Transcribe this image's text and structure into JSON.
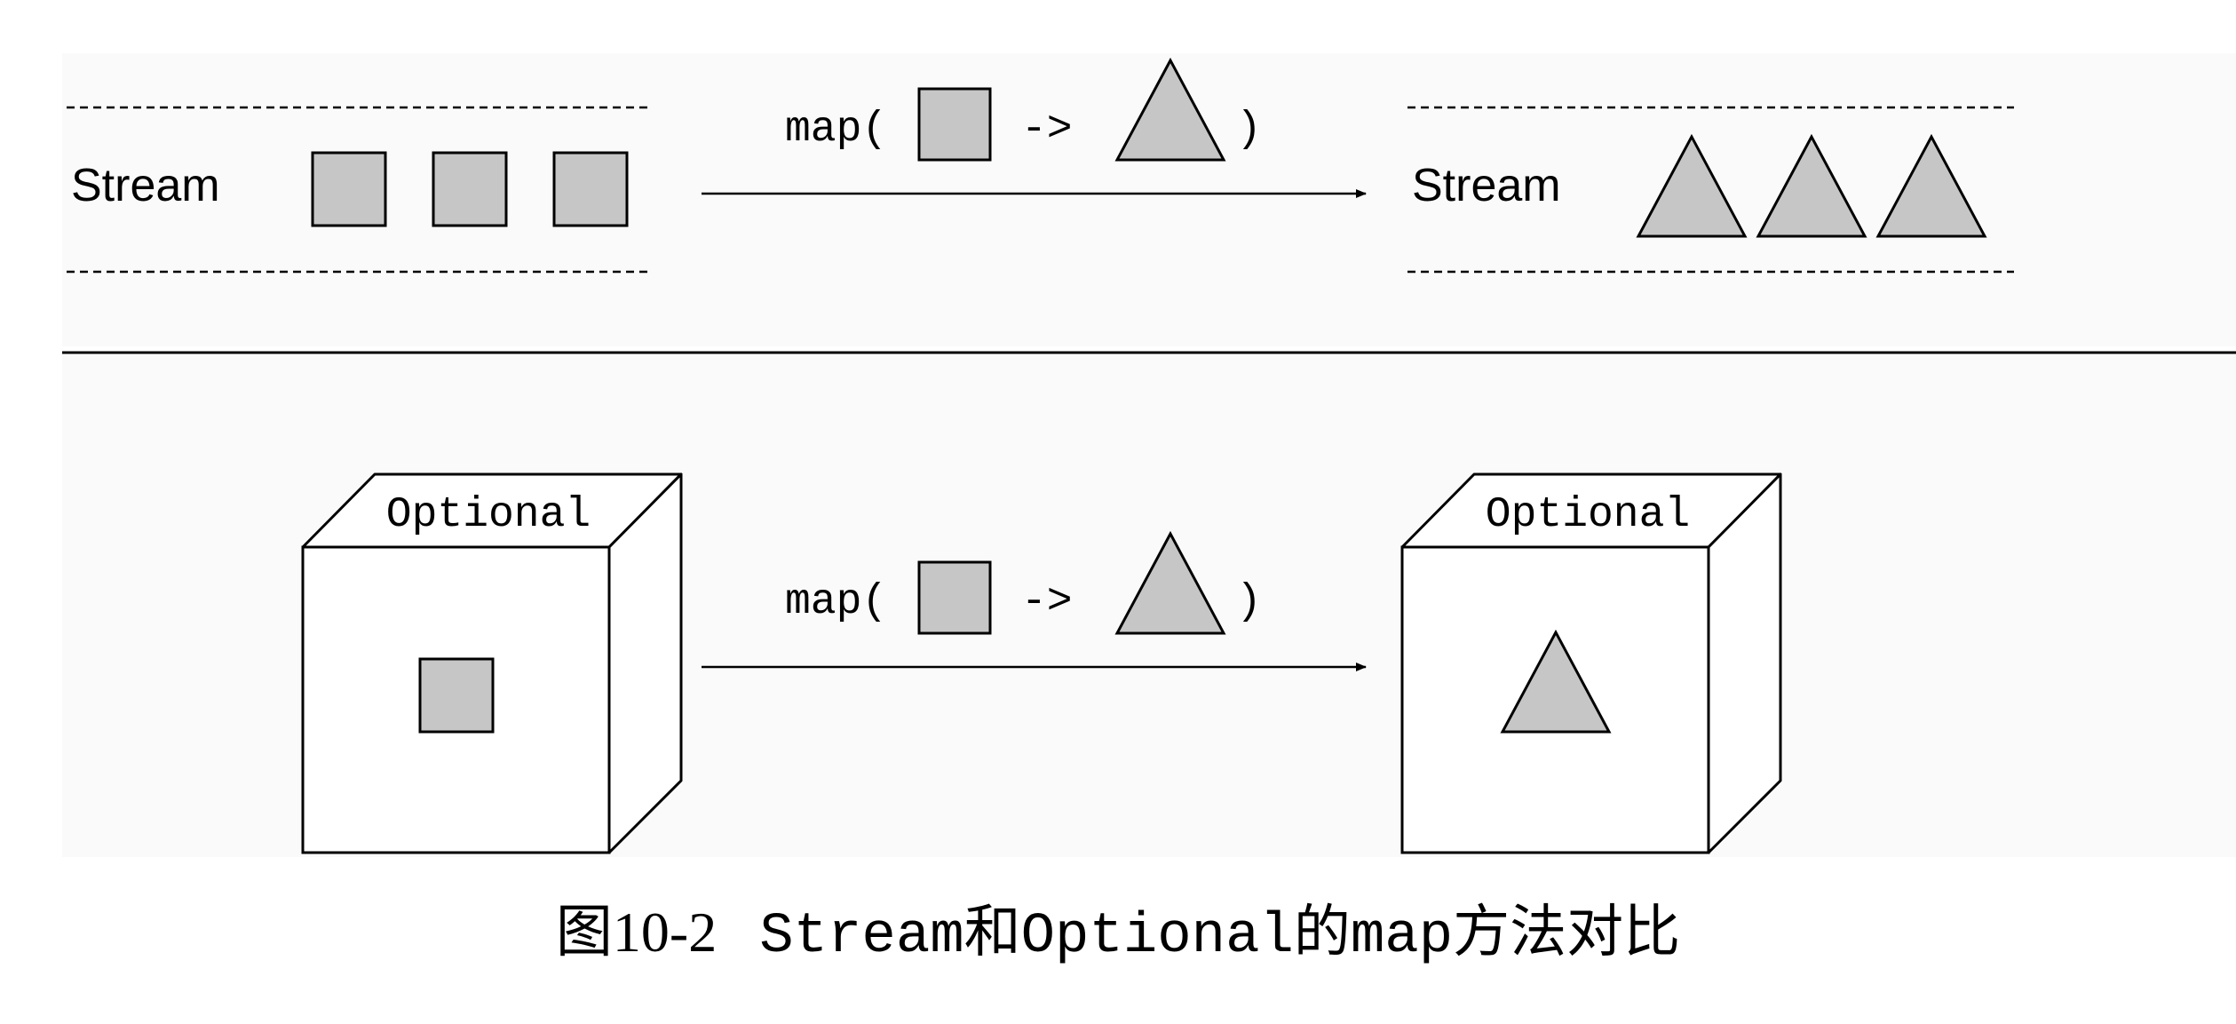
{
  "colors": {
    "panel_bg": "#fafafa",
    "shape_fill": "#c6c6c6",
    "stroke": "#000000"
  },
  "stream_row": {
    "input_label": "Stream",
    "output_label": "Stream",
    "input_items": [
      "square",
      "square",
      "square"
    ],
    "output_items": [
      "triangle",
      "triangle",
      "triangle"
    ],
    "map_open": "map(",
    "map_arrow": "->",
    "map_close": ")"
  },
  "optional_row": {
    "input_box_label": "Optional",
    "output_box_label": "Optional",
    "input_item": "square",
    "output_item": "triangle",
    "map_open": "map(",
    "map_arrow": "->",
    "map_close": ")"
  },
  "caption": {
    "figure_number": "图10-2",
    "parts": [
      {
        "kind": "code",
        "text": "Stream"
      },
      {
        "kind": "cjk",
        "text": "和"
      },
      {
        "kind": "code",
        "text": "Optional"
      },
      {
        "kind": "cjk",
        "text": "的"
      },
      {
        "kind": "code",
        "text": "map"
      },
      {
        "kind": "cjk",
        "text": "方法对比"
      }
    ]
  }
}
